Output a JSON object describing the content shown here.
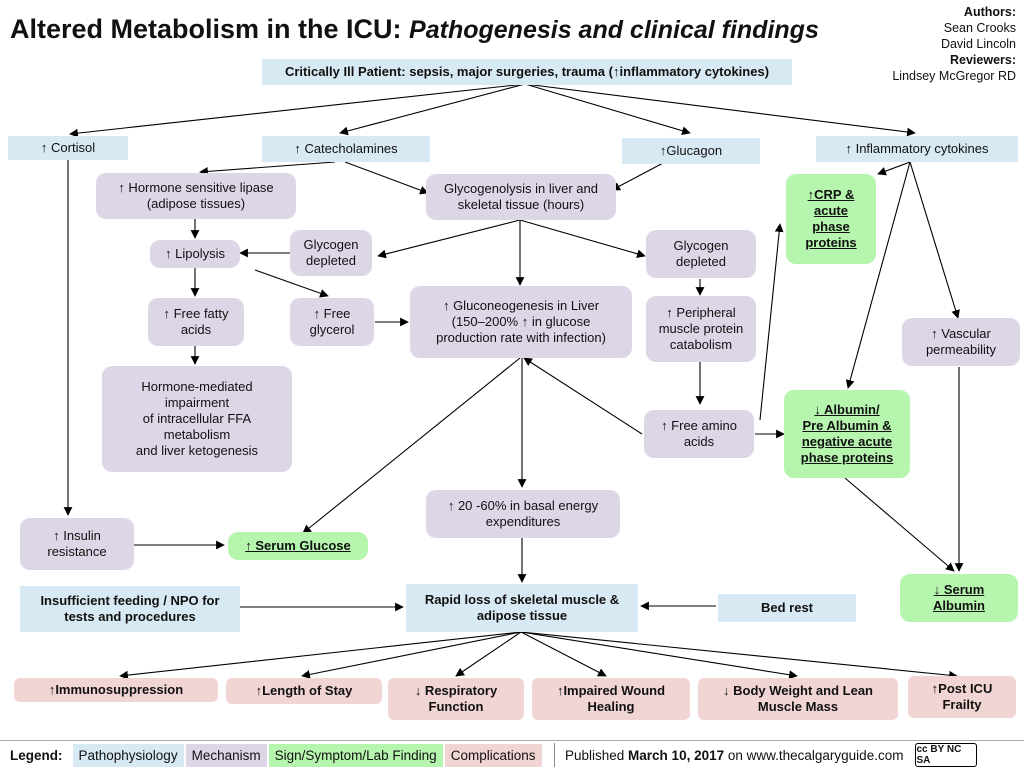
{
  "header": {
    "title": "Altered Metabolism in the ICU: ",
    "subtitle": "Pathogenesis and clinical findings"
  },
  "credits": {
    "authors_label": "Authors:",
    "authors": [
      "Sean Crooks",
      "David Lincoln"
    ],
    "reviewers_label": "Reviewers:",
    "reviewers": [
      "Lindsey McGregor RD"
    ]
  },
  "nodes": {
    "patient": "Critically Ill Patient: sepsis, major surgeries, trauma (↑inflammatory cytokines)",
    "cortisol": "↑ Cortisol",
    "catecholamines": "↑ Catecholamines",
    "glucagon": "↑Glucagon",
    "inflam": "↑ Inflammatory cytokines",
    "hsl": "↑ Hormone sensitive lipase\n(adipose tissues)",
    "glycogenolysis": "Glycogenolysis in liver and\nskeletal tissue (hours)",
    "crp": "↑CRP &\nacute\nphase\nproteins",
    "lipolysis": "↑ Lipolysis",
    "glyc_dep_l": "Glycogen\ndepleted",
    "glyc_dep_r": "Glycogen\ndepleted",
    "ffa": "↑ Free fatty\nacids",
    "glycerol": "↑ Free\nglycerol",
    "gluconeo": "↑ Gluconeogenesis in Liver\n(150–200% ↑ in glucose\nproduction rate with infection)",
    "periph": "↑ Peripheral\nmuscle protein\ncatabolism",
    "vascular": "↑ Vascular\npermeability",
    "hormone_imp": "Hormone-mediated\nimpairment\nof intracellular FFA\nmetabolism\nand liver ketogenesis",
    "amino": "↑ Free amino\nacids",
    "albumin": "↓ Albumin/\nPre Albumin &\nnegative acute\nphase proteins",
    "insulin": "↑ Insulin\nresistance",
    "glucose": "↑ Serum Glucose",
    "energy": "↑ 20 -60% in basal energy\nexpenditures",
    "feeding": "Insufficient feeding / NPO for\ntests and procedures",
    "rapid": "Rapid loss of skeletal muscle &\nadipose tissue",
    "bedrest": "Bed rest",
    "serum_alb": "↓ Serum\nAlbumin",
    "immuno": "↑Immunosuppression",
    "los": "↑Length of Stay",
    "resp": "↓  Respiratory\nFunction",
    "wound": "↑Impaired Wound\nHealing",
    "weight": "↓ Body Weight and Lean\nMuscle Mass",
    "frailty": "↑Post ICU\nFrailty"
  },
  "legend": {
    "title": "Legend:",
    "items": [
      "Pathophysiology",
      "Mechanism",
      "Sign/Symptom/Lab Finding",
      "Complications"
    ],
    "published_prefix": "Published ",
    "published_date": "March 10, 2017",
    "published_suffix": " on www.thecalgaryguide.com",
    "license": "cc BY NC SA"
  },
  "colors": {
    "pathophysiology": "#d7e9f2",
    "mechanism": "#ddd6e7",
    "sign": "#b6f5ae",
    "complication": "#f1d4d4"
  }
}
